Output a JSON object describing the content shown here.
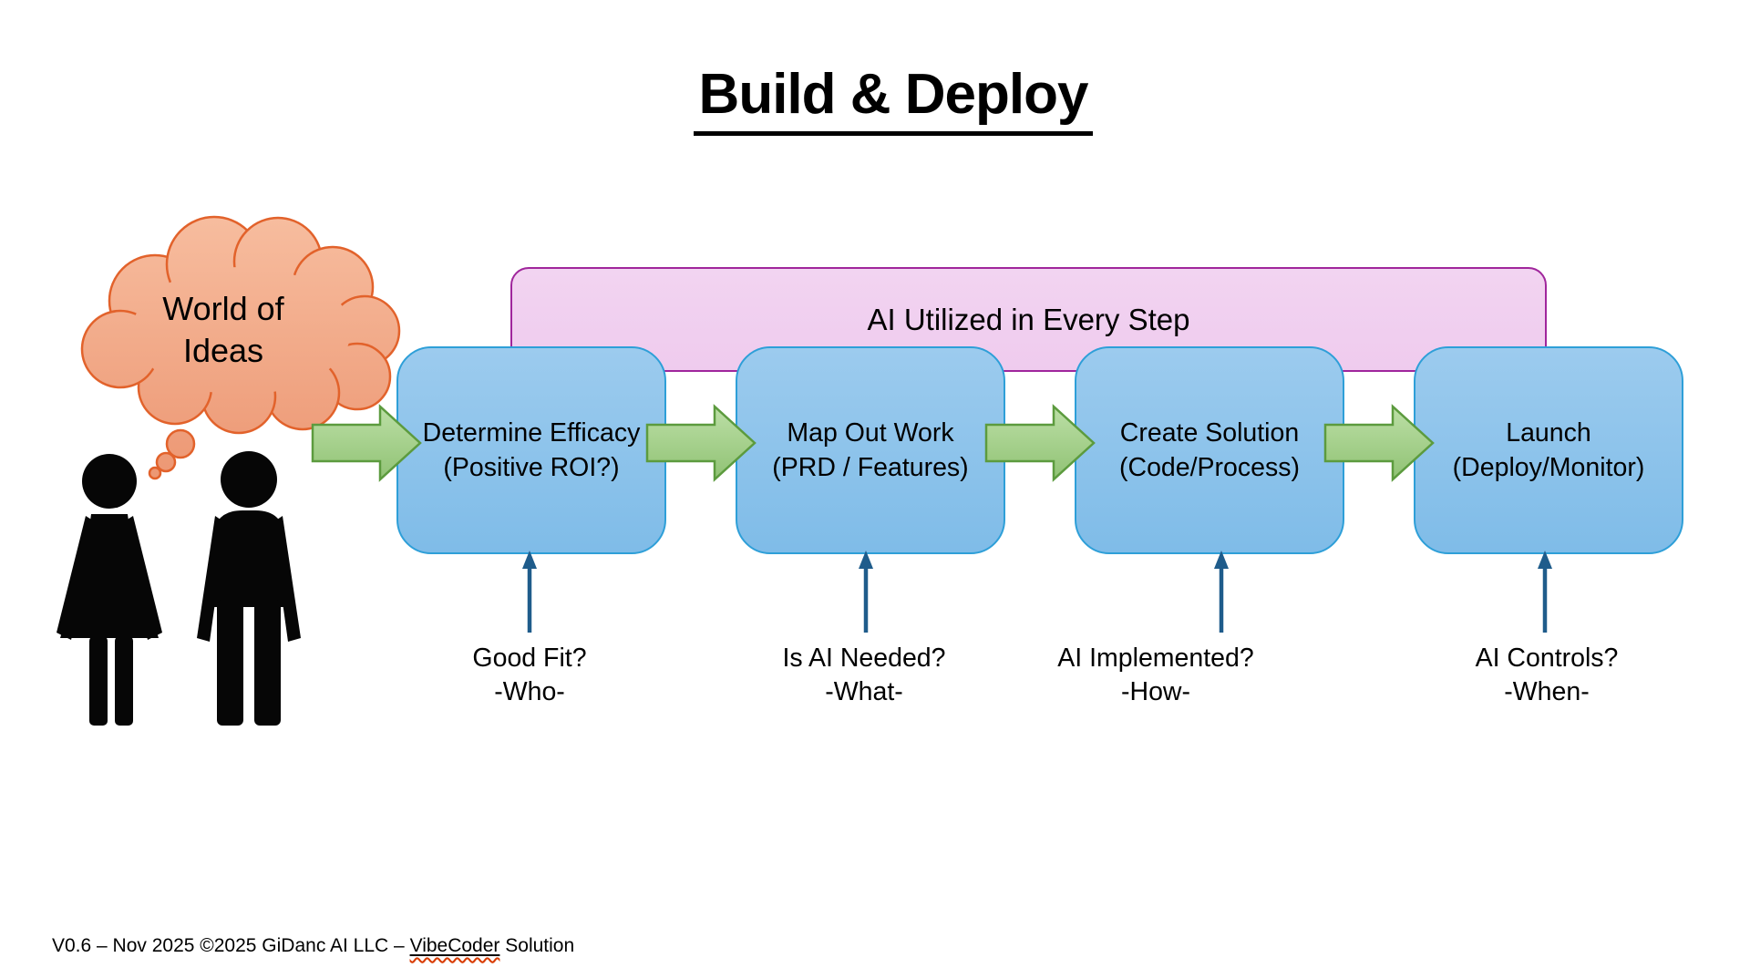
{
  "title": "Build & Deploy",
  "cloud": {
    "line1": "World of",
    "line2": "Ideas"
  },
  "banner": {
    "label": "AI Utilized in Every Step"
  },
  "steps": [
    {
      "line1": "Determine Efficacy",
      "line2": "(Positive ROI?)",
      "question_line1": "Good Fit?",
      "question_line2": "-Who-"
    },
    {
      "line1": "Map Out Work",
      "line2": "(PRD / Features)",
      "question_line1": "Is AI Needed?",
      "question_line2": "-What-"
    },
    {
      "line1": "Create Solution",
      "line2": "(Code/Process)",
      "question_line1": "AI Implemented?",
      "question_line2": "-How-"
    },
    {
      "line1": "Launch",
      "line2": "(Deploy/Monitor)",
      "question_line1": "AI Controls?",
      "question_line2": "-When-"
    }
  ],
  "footer": {
    "prefix": "V0.6 – Nov 2025 ©2025 GiDanc AI LLC – ",
    "highlight": "VibeCoder",
    "suffix": " Solution"
  },
  "colors": {
    "text": "#000000",
    "blue_box_fill_top": "#9CCBEE",
    "blue_box_fill_bottom": "#7FBCE8",
    "blue_box_border": "#2E9FD8",
    "banner_fill": "#F2D4F1",
    "banner_fill_b": "#EFCBEE",
    "banner_border": "#A0269C",
    "arrow_fill_top": "#BCDFA6",
    "arrow_fill_bottom": "#90C274",
    "arrow_border": "#5C9B3E",
    "cloud_fill_light": "#F7BD9F",
    "cloud_fill_dark": "#EC9672",
    "cloud_border": "#E2622B",
    "up_arrow": "#1F5C8B",
    "squiggle": "#D93B01",
    "silhouette": "#060606"
  }
}
